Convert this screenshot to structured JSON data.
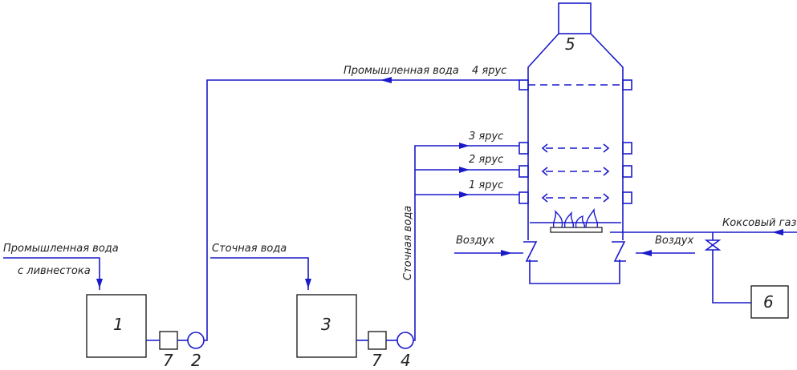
{
  "labels": {
    "industrial_water_top": "Промышленная вода",
    "industrial_water_left_line1": "Промышленная вода",
    "industrial_water_left_line2": "с ливнестока",
    "waste_water_mid": "Сточная вода",
    "waste_water_vertical": "Сточная вода",
    "tier_4": "4 ярус",
    "tier_3": "3 ярус",
    "tier_2": "2 ярус",
    "tier_1": "1 ярус",
    "air_left": "Воздух",
    "air_right": "Воздух",
    "coke_gas": "Коксовый газ"
  },
  "numbers": {
    "n1": "1",
    "n2": "2",
    "n3": "3",
    "n4": "4",
    "n5": "5",
    "n6": "6",
    "n7a": "7",
    "n7b": "7"
  },
  "colors": {
    "pipe": "#1a1acc",
    "equipment": "#111111",
    "text": "#222222"
  }
}
